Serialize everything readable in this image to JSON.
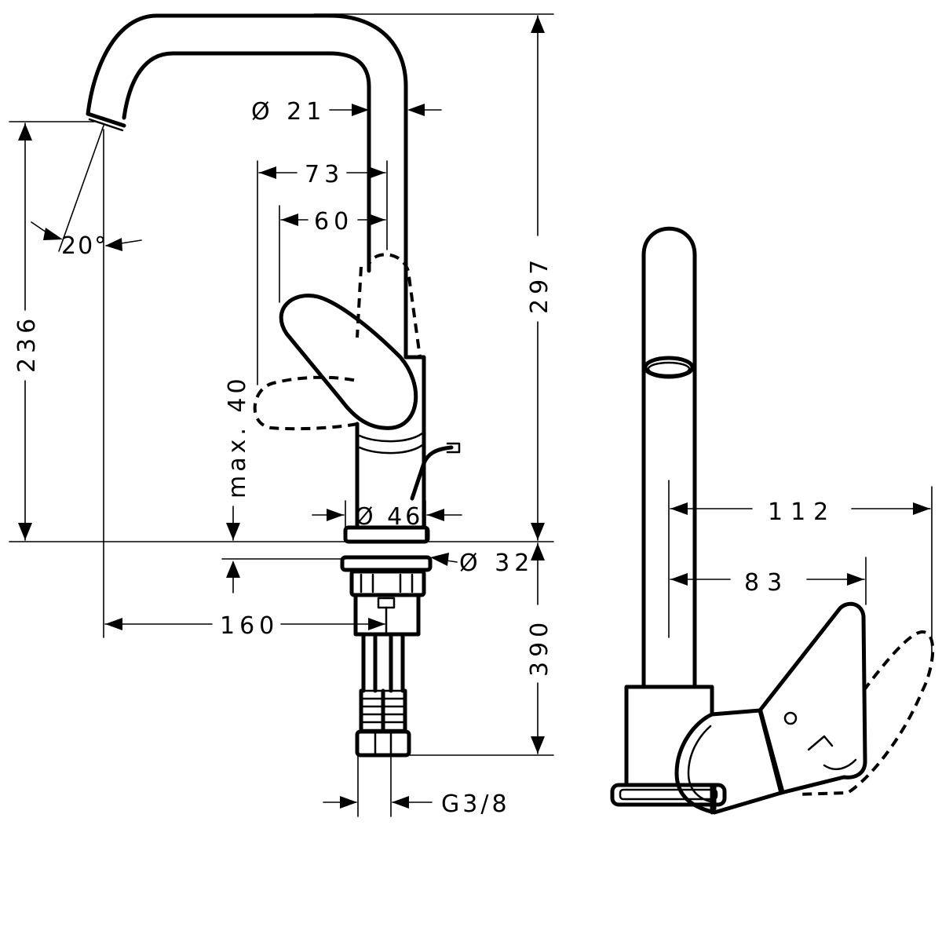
{
  "labels": {
    "dia_spout": "Ø 21",
    "dim_73": "73",
    "dim_60": "60",
    "angle": "20°",
    "height_297": "297",
    "height_236": "236",
    "max_40": "max. 40",
    "dia_base": "Ø 46",
    "dia_shank": "Ø 32",
    "dim_160": "160",
    "depth_390": "390",
    "thread": "G3/8",
    "dim_112": "112",
    "dim_83": "83"
  }
}
